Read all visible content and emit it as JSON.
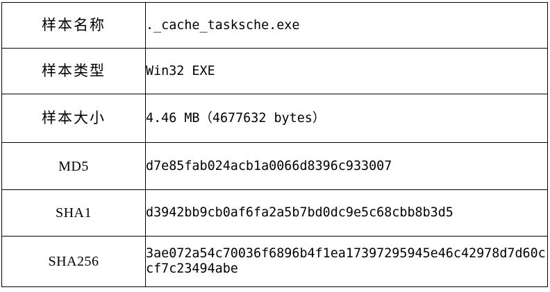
{
  "document": {
    "kind": "sample-information-table",
    "background_color": "#ffffff",
    "border_color": "#000000",
    "text_color": "#000000"
  },
  "table": {
    "columns": [
      "label",
      "value"
    ],
    "rows": [
      {
        "key": "sample-name",
        "label": "样本名称",
        "value": "._cache_tasksche.exe"
      },
      {
        "key": "sample-type",
        "label": "样本类型",
        "value": "Win32 EXE"
      },
      {
        "key": "sample-size",
        "label": "样本大小",
        "value": "4.46 MB（4677632 bytes）"
      },
      {
        "key": "md5",
        "label": "MD5",
        "value": "d7e85fab024acb1a0066d8396c933007"
      },
      {
        "key": "sha1",
        "label": "SHA1",
        "value": "d3942bb9cb0af6fa2a5b7bd0dc9e5c68cbb8b3d5"
      },
      {
        "key": "sha256",
        "label": "SHA256",
        "value": "3ae072a54c70036f6896b4f1ea17397295945e46c42978d7d60ccf7c23494abe"
      }
    ]
  }
}
